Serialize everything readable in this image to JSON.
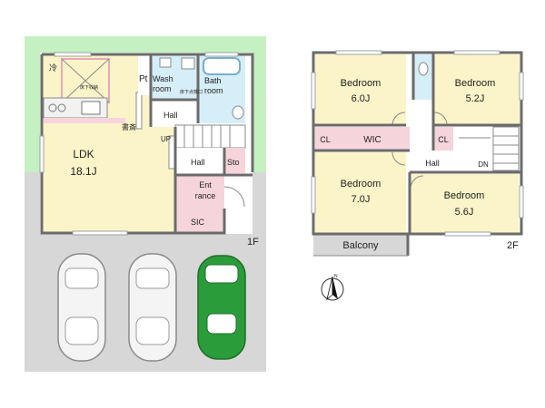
{
  "floor1": {
    "floor_label": "1F",
    "rooms": {
      "ldk_name": "LDK",
      "ldk_size": "18.1J",
      "fridge": "冷",
      "underfloor_storage": "床下収納",
      "study": "書斎",
      "pantry": "Pt",
      "wash_room": "Wash room",
      "underfloor_inspection": "床下点検口",
      "bath_room": "Bath room",
      "hall_upper": "Hall",
      "up": "UP",
      "hall_lower": "Hall",
      "storage": "Sto",
      "entrance": "Ent rance",
      "sic": "SIC"
    },
    "parking_spaces": 3
  },
  "floor2": {
    "floor_label": "2F",
    "rooms": {
      "bedroom_nw_name": "Bedroom",
      "bedroom_nw_size": "6.0J",
      "bedroom_ne_name": "Bedroom",
      "bedroom_ne_size": "5.2J",
      "closet_left": "CL",
      "wic": "WIC",
      "closet_right": "CL",
      "hall": "Hall",
      "down": "DN",
      "bedroom_sw_name": "Bedroom",
      "bedroom_sw_size": "7.0J",
      "bedroom_se_name": "Bedroom",
      "bedroom_se_size": "5.6J",
      "balcony": "Balcony"
    }
  },
  "compass": {
    "north_symbol": "N"
  },
  "colors": {
    "room_yellow": "#fbf4c8",
    "wet_blue": "#d6eef7",
    "storage_pink": "#f6d4dc",
    "hall_white": "#ffffff",
    "garden_green": "#c4f0c2",
    "parking_gray": "#d7d7d7",
    "car_green": "#2a9c3a",
    "wall_gray": "#6b6b6b"
  }
}
